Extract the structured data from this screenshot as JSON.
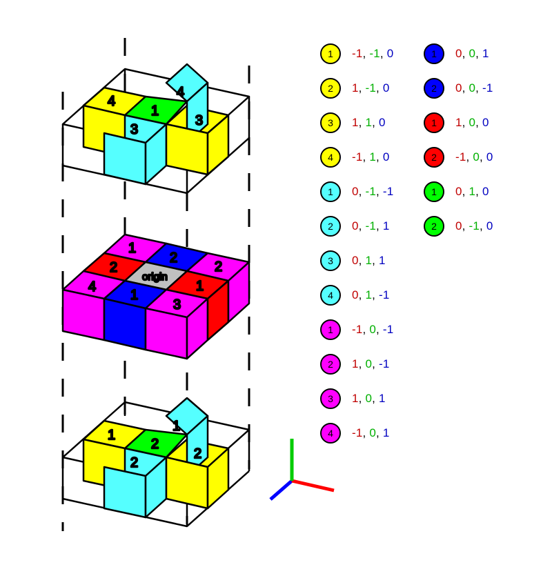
{
  "colors": {
    "yellow": "#ffff00",
    "cyan": "#55ffff",
    "magenta": "#ff00ff",
    "blue": "#0000ff",
    "red": "#ff0000",
    "green": "#00ff00",
    "gray": "#c0c0c0",
    "x_axis": "#ff0000",
    "y_axis": "#00cc00",
    "z_axis": "#0000ff"
  },
  "layers": {
    "top": {
      "labels": {
        "back_right": "4",
        "back_left": "4",
        "center": "1",
        "front_left": "3",
        "front_right": "3"
      }
    },
    "middle": {
      "origin": "origin",
      "labels": {
        "back": "1",
        "right_back": "2",
        "left_back": "2",
        "front_right": "1",
        "front_left": "4",
        "front": "1",
        "front_bottom": "3"
      }
    },
    "bottom": {
      "labels": {
        "back_right": "1",
        "back_left": "1",
        "center": "2",
        "front_left": "2",
        "front_right": "2"
      }
    }
  },
  "legend": {
    "col1": [
      {
        "color": "yellow",
        "num": "1",
        "x": "-1",
        "y": "-1",
        "z": "0"
      },
      {
        "color": "yellow",
        "num": "2",
        "x": "1",
        "y": "-1",
        "z": "0"
      },
      {
        "color": "yellow",
        "num": "3",
        "x": "1",
        "y": "1",
        "z": "0"
      },
      {
        "color": "yellow",
        "num": "4",
        "x": "-1",
        "y": "1",
        "z": "0"
      },
      {
        "color": "cyan",
        "num": "1",
        "x": "0",
        "y": "-1",
        "z": "-1"
      },
      {
        "color": "cyan",
        "num": "2",
        "x": "0",
        "y": "-1",
        "z": "1"
      },
      {
        "color": "cyan",
        "num": "3",
        "x": "0",
        "y": "1",
        "z": "1"
      },
      {
        "color": "cyan",
        "num": "4",
        "x": "0",
        "y": "1",
        "z": "-1"
      },
      {
        "color": "magenta",
        "num": "1",
        "x": "-1",
        "y": "0",
        "z": "-1"
      },
      {
        "color": "magenta",
        "num": "2",
        "x": "1",
        "y": "0",
        "z": "-1"
      },
      {
        "color": "magenta",
        "num": "3",
        "x": "1",
        "y": "0",
        "z": "1"
      },
      {
        "color": "magenta",
        "num": "4",
        "x": "-1",
        "y": "0",
        "z": "1"
      }
    ],
    "col2": [
      {
        "color": "blue",
        "num": "1",
        "x": "0",
        "y": "0",
        "z": "1"
      },
      {
        "color": "blue",
        "num": "2",
        "x": "0",
        "y": "0",
        "z": "-1"
      },
      {
        "color": "red",
        "num": "1",
        "x": "1",
        "y": "0",
        "z": "0"
      },
      {
        "color": "red",
        "num": "2",
        "x": "-1",
        "y": "0",
        "z": "0"
      },
      {
        "color": "green",
        "num": "1",
        "x": "0",
        "y": "1",
        "z": "0"
      },
      {
        "color": "green",
        "num": "2",
        "x": "0",
        "y": "-1",
        "z": "0"
      }
    ]
  }
}
